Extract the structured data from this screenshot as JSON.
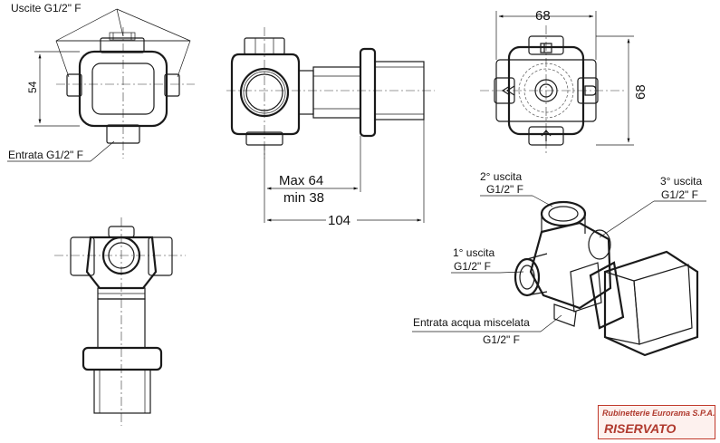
{
  "labels": {
    "outlets": "Uscite G1/2\" F",
    "inlet": "Entrata G1/2\" F",
    "dim_54": "54",
    "max": "Max 64",
    "min": "min 38",
    "dim_104": "104",
    "dim_68_h": "68",
    "dim_68_v": "68",
    "out2_a": "2° uscita",
    "out2_b": "G1/2\" F",
    "out3_a": "3° uscita",
    "out3_b": "G1/2\" F",
    "out1_a": "1° uscita",
    "out1_b": "G1/2\" F",
    "mixed_a": "Entrata acqua miscelata",
    "mixed_b": "G1/2\" F"
  },
  "stamp": {
    "company": "Rubinetterie Eurorama S.P.A.",
    "status": "RISERVATO"
  },
  "colors": {
    "line": "#1a1a1a",
    "stamp_red": "#b03a2e",
    "stamp_bg": "#fdf1ee"
  }
}
